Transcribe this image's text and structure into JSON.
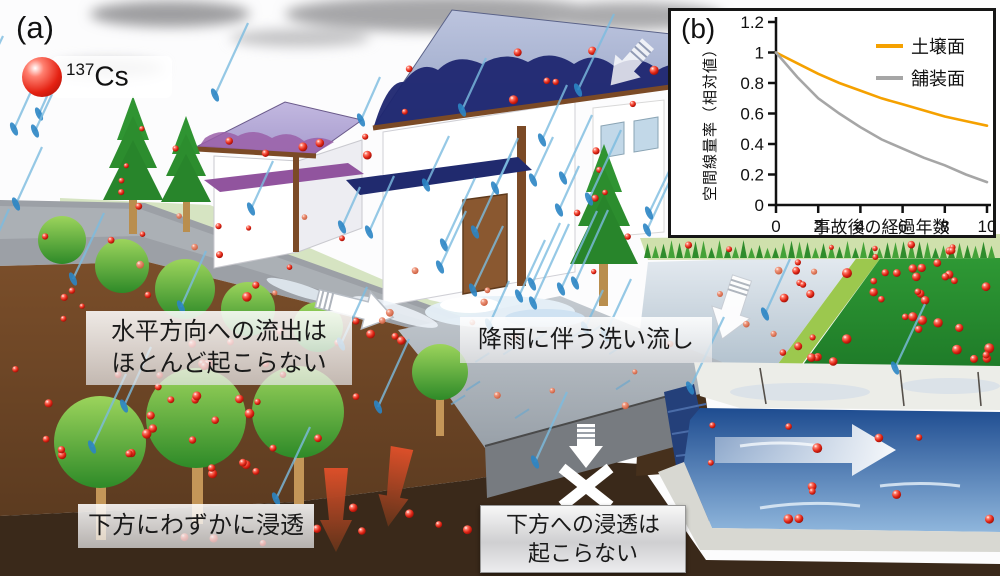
{
  "figure": {
    "panel_a": "(a)",
    "panel_b": "(b)",
    "isotope": {
      "mass": "137",
      "symbol": "Cs"
    }
  },
  "annotations": {
    "horizontal_runoff_line1": "水平方向への流出は",
    "horizontal_runoff_line2": "ほとんど起こらない",
    "rain_washoff": "降雨に伴う洗い流し",
    "slight_infiltration": "下方にわずかに浸透",
    "no_infiltration_line1": "下方への浸透は",
    "no_infiltration_line2": "起こらない"
  },
  "chart_data": {
    "type": "line",
    "title": "",
    "xlabel": "事故後の経過年数",
    "ylabel": "空間線量率（相対値）",
    "xlim": [
      0,
      10
    ],
    "ylim": [
      0,
      1.2
    ],
    "xticks": [
      0,
      2,
      4,
      6,
      8,
      10
    ],
    "yticks": [
      0,
      0.2,
      0.4,
      0.6,
      0.8,
      1,
      1.2
    ],
    "x": [
      0,
      1,
      2,
      3,
      4,
      5,
      6,
      7,
      8,
      9,
      10
    ],
    "series": [
      {
        "name": "土壌面",
        "color": "#F5A100",
        "values": [
          1.0,
          0.93,
          0.86,
          0.8,
          0.75,
          0.7,
          0.66,
          0.62,
          0.58,
          0.55,
          0.52
        ]
      },
      {
        "name": "舗装面",
        "color": "#A6A6A6",
        "values": [
          1.0,
          0.84,
          0.7,
          0.6,
          0.51,
          0.43,
          0.37,
          0.31,
          0.26,
          0.2,
          0.15
        ]
      }
    ],
    "legend_position": "top-right",
    "grid": false
  },
  "colors": {
    "cs_particle": "#E02515",
    "soil_surface_series": "#F5A100",
    "paved_surface_series": "#A6A6A6",
    "forest_soil": "#6E4526",
    "deep_soil": "#3A291A",
    "water": "#2A5CA0",
    "pavement": "#9AA2AA",
    "field_green": "#2E9633"
  }
}
